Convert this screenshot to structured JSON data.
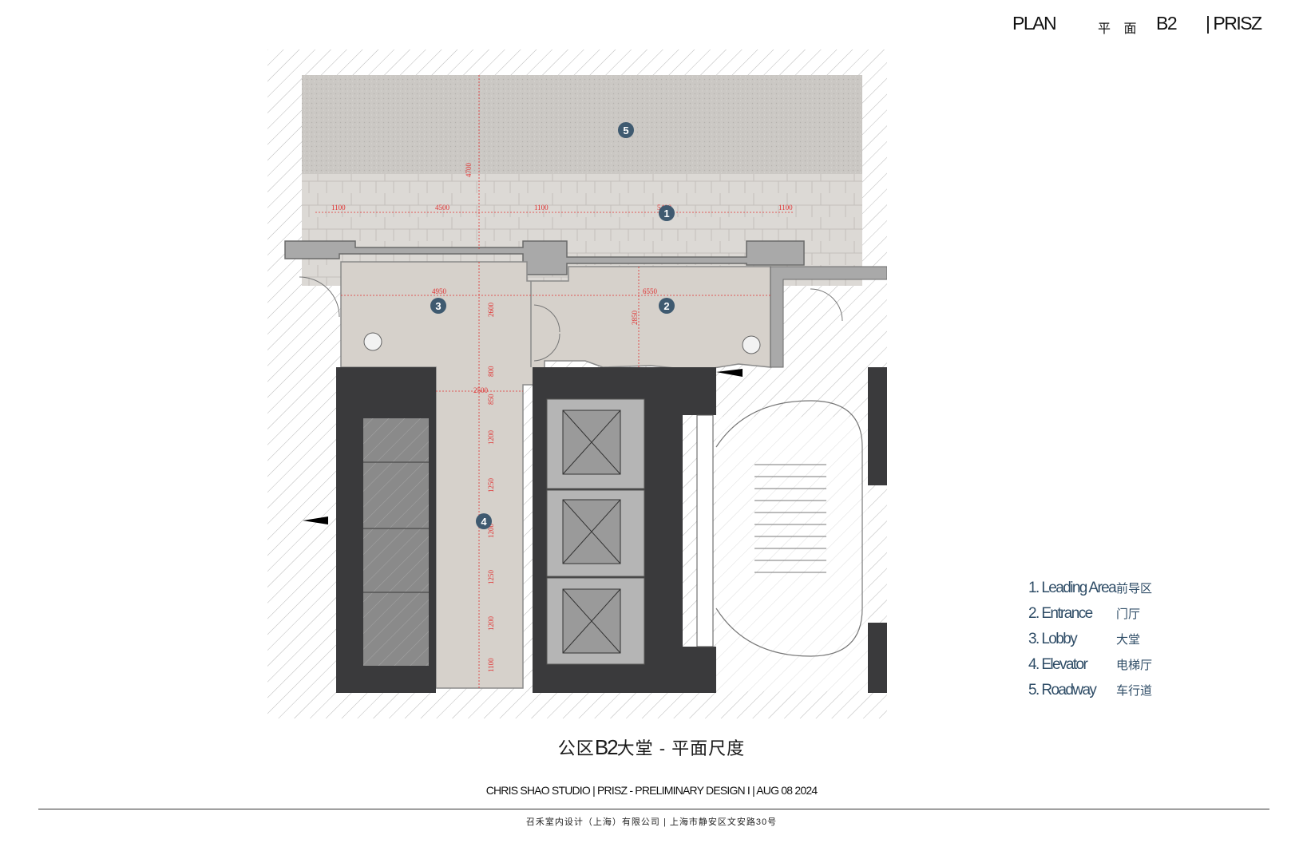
{
  "header": {
    "plan": "PLAN",
    "plan_cn": "平 面",
    "level": "B2",
    "brand": "| PRISZ"
  },
  "plan": {
    "markers": [
      "5",
      "1",
      "3",
      "2",
      "4"
    ],
    "dimensions": {
      "d4700": "4700",
      "d1100a": "1100",
      "d4500": "4500",
      "d1100b": "1100",
      "d5400": "5400",
      "d1100c": "1100",
      "d4950": "4950",
      "d6550": "6550",
      "d2600": "2600",
      "d2850": "2850",
      "d800": "800",
      "d2500": "2500",
      "d850": "850",
      "d1200a": "1200",
      "d1250a": "1250",
      "d1200b": "1200",
      "d1250b": "1250",
      "d1200c": "1200",
      "d1100d": "1100"
    }
  },
  "legend": [
    {
      "en": "1. Leading Area",
      "cn": "前导区"
    },
    {
      "en": "2. Entrance",
      "cn": "门厅"
    },
    {
      "en": "3. Lobby",
      "cn": "大堂"
    },
    {
      "en": "4. Elevator",
      "cn": "电梯厅"
    },
    {
      "en": "5. Roadway",
      "cn": "车行道"
    }
  ],
  "caption": {
    "pre": "公区",
    "level": "B2",
    "post": "大堂 - 平面尺度"
  },
  "footer": {
    "line1": "CHRIS SHAO STUDIO    | PRISZ - PRELIMINARY DESIGN I | AUG 08 2024",
    "line2": "召禾室内设计（上海）有限公司   |  上海市静安区文安路30号"
  },
  "colors": {
    "marker": "#3f5a70",
    "dimension": "#e03030",
    "wall": "#3a3a3c",
    "floor": "#d6d1cb",
    "roadway": "#c9c6c2",
    "legend_text": "#2f4d67"
  }
}
